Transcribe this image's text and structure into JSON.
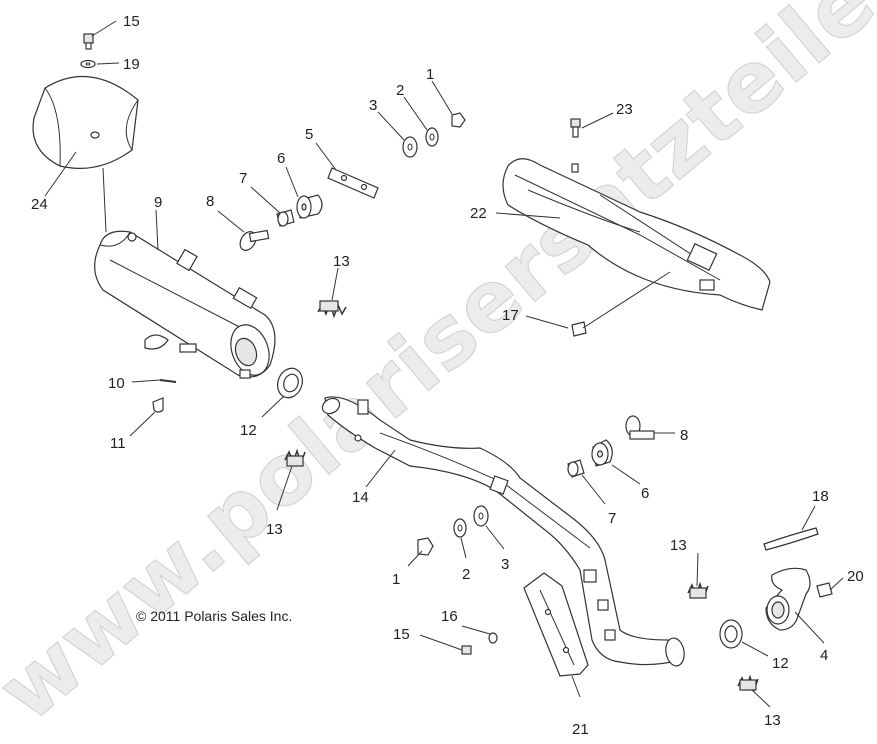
{
  "watermark": "www.polarisersatzteile.de",
  "copyright": "© 2011 Polaris Sales Inc.",
  "callouts": [
    {
      "id": "c15a",
      "text": "15"
    },
    {
      "id": "c19",
      "text": "19"
    },
    {
      "id": "c24",
      "text": "24"
    },
    {
      "id": "c9",
      "text": "9"
    },
    {
      "id": "c8a",
      "text": "8"
    },
    {
      "id": "c7a",
      "text": "7"
    },
    {
      "id": "c6a",
      "text": "6"
    },
    {
      "id": "c5",
      "text": "5"
    },
    {
      "id": "c3a",
      "text": "3"
    },
    {
      "id": "c2a",
      "text": "2"
    },
    {
      "id": "c1a",
      "text": "1"
    },
    {
      "id": "c23",
      "text": "23"
    },
    {
      "id": "c22",
      "text": "22"
    },
    {
      "id": "c13a",
      "text": "13"
    },
    {
      "id": "c17",
      "text": "17"
    },
    {
      "id": "c10",
      "text": "10"
    },
    {
      "id": "c11",
      "text": "11"
    },
    {
      "id": "c12a",
      "text": "12"
    },
    {
      "id": "c13b",
      "text": "13"
    },
    {
      "id": "c14",
      "text": "14"
    },
    {
      "id": "c8b",
      "text": "8"
    },
    {
      "id": "c6b",
      "text": "6"
    },
    {
      "id": "c7b",
      "text": "7"
    },
    {
      "id": "c18",
      "text": "18"
    },
    {
      "id": "c13c",
      "text": "13"
    },
    {
      "id": "c20",
      "text": "20"
    },
    {
      "id": "c1b",
      "text": "1"
    },
    {
      "id": "c2b",
      "text": "2"
    },
    {
      "id": "c3b",
      "text": "3"
    },
    {
      "id": "c16",
      "text": "16"
    },
    {
      "id": "c15b",
      "text": "15"
    },
    {
      "id": "c12b",
      "text": "12"
    },
    {
      "id": "c4",
      "text": "4"
    },
    {
      "id": "c21",
      "text": "21"
    },
    {
      "id": "c13d",
      "text": "13"
    }
  ],
  "colors": {
    "ink": "#333333",
    "watermark": "#ececec",
    "background": "#ffffff"
  }
}
